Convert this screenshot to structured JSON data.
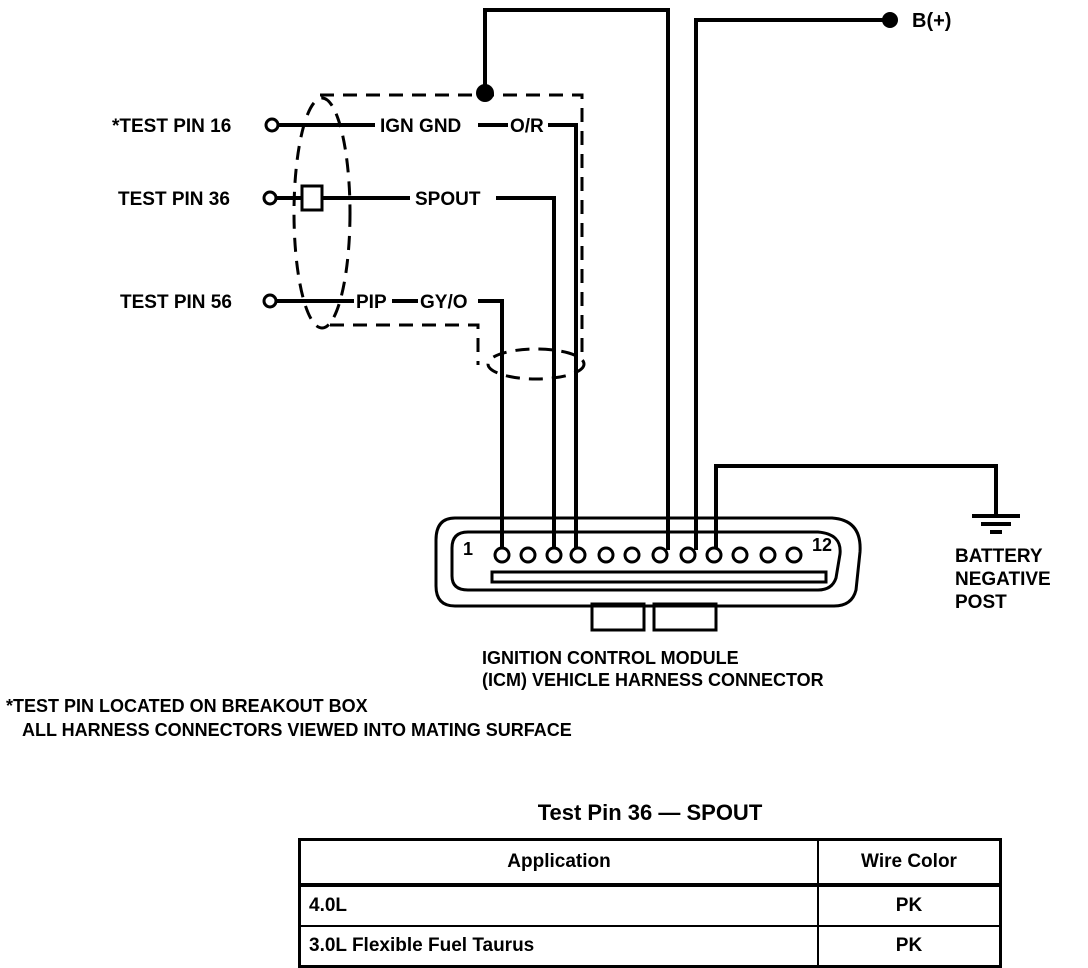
{
  "diagram": {
    "battery_positive": "B(+)",
    "test_pins": [
      {
        "label": "*TEST PIN 16",
        "signal": "IGN GND",
        "wire": "O/R"
      },
      {
        "label": "TEST PIN 36",
        "signal": "SPOUT",
        "wire": ""
      },
      {
        "label": "TEST PIN 56",
        "signal": "PIP",
        "wire": "GY/O"
      }
    ],
    "connector_pin_first": "1",
    "connector_pin_last": "12",
    "ground_label_lines": [
      "BATTERY",
      "NEGATIVE",
      "POST"
    ],
    "module_label_lines": [
      "IGNITION CONTROL MODULE",
      "(ICM) VEHICLE HARNESS CONNECTOR"
    ],
    "footnote_lines": [
      "*TEST PIN LOCATED ON BREAKOUT BOX",
      "ALL HARNESS CONNECTORS VIEWED INTO MATING SURFACE"
    ]
  },
  "table": {
    "title": "Test Pin 36 — SPOUT",
    "headers": [
      "Application",
      "Wire Color"
    ],
    "rows": [
      [
        "4.0L",
        "PK"
      ],
      [
        "3.0L Flexible Fuel Taurus",
        "PK"
      ]
    ]
  }
}
